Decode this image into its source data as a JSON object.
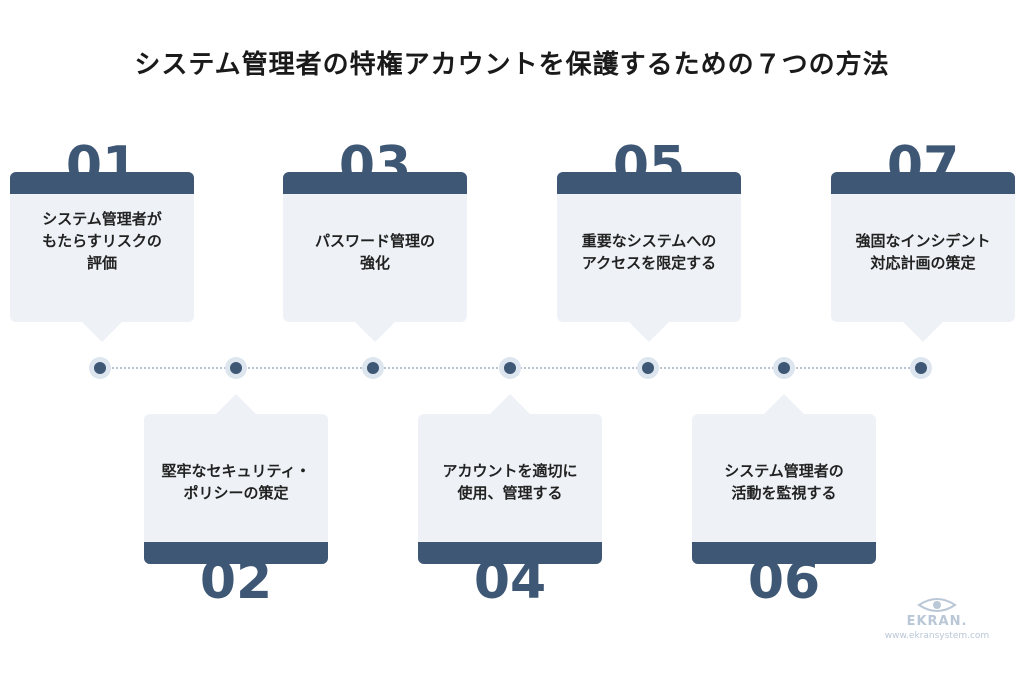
{
  "title": "システム管理者の特権アカウントを保護するための７つの方法",
  "steps": [
    {
      "number": "01",
      "lines": [
        "システム管理者が",
        "もたらすリスクの",
        "評価"
      ]
    },
    {
      "number": "02",
      "lines": [
        "堅牢なセキュリティ・",
        "ポリシーの策定"
      ]
    },
    {
      "number": "03",
      "lines": [
        "パスワード管理の",
        "強化"
      ]
    },
    {
      "number": "04",
      "lines": [
        "アカウントを適切に",
        "使用、管理する"
      ]
    },
    {
      "number": "05",
      "lines": [
        "重要なシステムへの",
        "アクセスを限定する"
      ]
    },
    {
      "number": "06",
      "lines": [
        "システム管理者の",
        "活動を監視する"
      ]
    },
    {
      "number": "07",
      "lines": [
        "強固なインシデント",
        "対応計画の策定"
      ]
    }
  ],
  "logo": {
    "name": "EKRAN.",
    "url": "www.ekransystem.com"
  },
  "colors": {
    "accent": "#3d5775",
    "card": "#eef2f7"
  }
}
